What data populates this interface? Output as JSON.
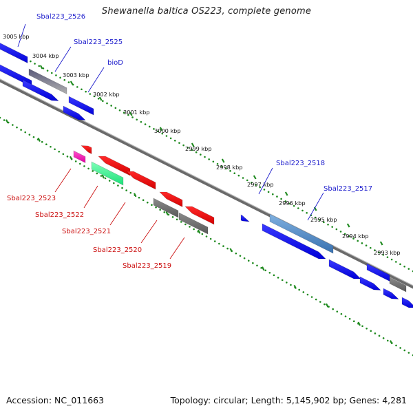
{
  "title": "Shewanella baltica OS223, complete genome",
  "footer": {
    "accession": "Accession: NC_011663",
    "summary": "Topology: circular; Length: 5,145,902 bp; Genes: 4,281"
  },
  "colors": {
    "forward_label": "#1a1acc",
    "reverse_label": "#cc1111",
    "tick": "#1f8a1f",
    "backbone": "#8a8a8a"
  },
  "ticks": [
    {
      "label": "3005 kbp"
    },
    {
      "label": "3004 kbp"
    },
    {
      "label": "3003 kbp"
    },
    {
      "label": "3002 kbp"
    },
    {
      "label": "3001 kbp"
    },
    {
      "label": "3000 kbp"
    },
    {
      "label": "2999 kbp"
    },
    {
      "label": "2998 kbp"
    },
    {
      "label": "2997 kbp"
    },
    {
      "label": "2996 kbp"
    },
    {
      "label": "2995 kbp"
    },
    {
      "label": "2994 kbp"
    },
    {
      "label": "2993 kbp"
    }
  ],
  "forward_labels": [
    {
      "text": "Sbal223_2526"
    },
    {
      "text": "Sbal223_2525"
    },
    {
      "text": "bioD"
    },
    {
      "text": "Sbal223_2518"
    },
    {
      "text": "Sbal223_2517"
    }
  ],
  "reverse_labels": [
    {
      "text": "Sbal223_2523"
    },
    {
      "text": "Sbal223_2522"
    },
    {
      "text": "Sbal223_2521"
    },
    {
      "text": "Sbal223_2520"
    },
    {
      "text": "Sbal223_2519"
    }
  ]
}
